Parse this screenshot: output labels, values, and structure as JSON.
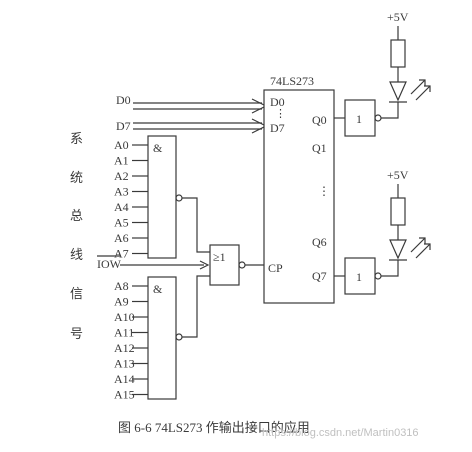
{
  "chip": {
    "title": "74LS273",
    "pin_d0": "D0",
    "pin_dots": "⋮",
    "pin_d7": "D7",
    "pin_q0": "Q0",
    "pin_q1": "Q1",
    "pin_qdots": "⋮",
    "pin_q6": "Q6",
    "pin_q7": "Q7",
    "pin_cp": "CP"
  },
  "bus": {
    "d0": "D0",
    "d7": "D7",
    "iow": "IOW",
    "side_label_chars": [
      "系",
      "统",
      "总",
      "线",
      "信",
      "号"
    ]
  },
  "gates": {
    "and_top_symbol": "&",
    "and_bottom_symbol": "&",
    "or_symbol": "≥1",
    "buf_top_symbol": "1",
    "buf_bottom_symbol": "1"
  },
  "address_top": [
    "A0",
    "A1",
    "A2",
    "A3",
    "A4",
    "A5",
    "A6",
    "A7"
  ],
  "address_bottom": [
    "A8",
    "A9",
    "A10",
    "A11",
    "A12",
    "A13",
    "A14",
    "A15"
  ],
  "power": {
    "top": "+5V",
    "bottom": "+5V"
  },
  "caption": {
    "text": "图 6-6    74LS273 作输出接口的应用"
  },
  "watermark": {
    "text": "https://blog.csdn.net/Martin0316"
  }
}
